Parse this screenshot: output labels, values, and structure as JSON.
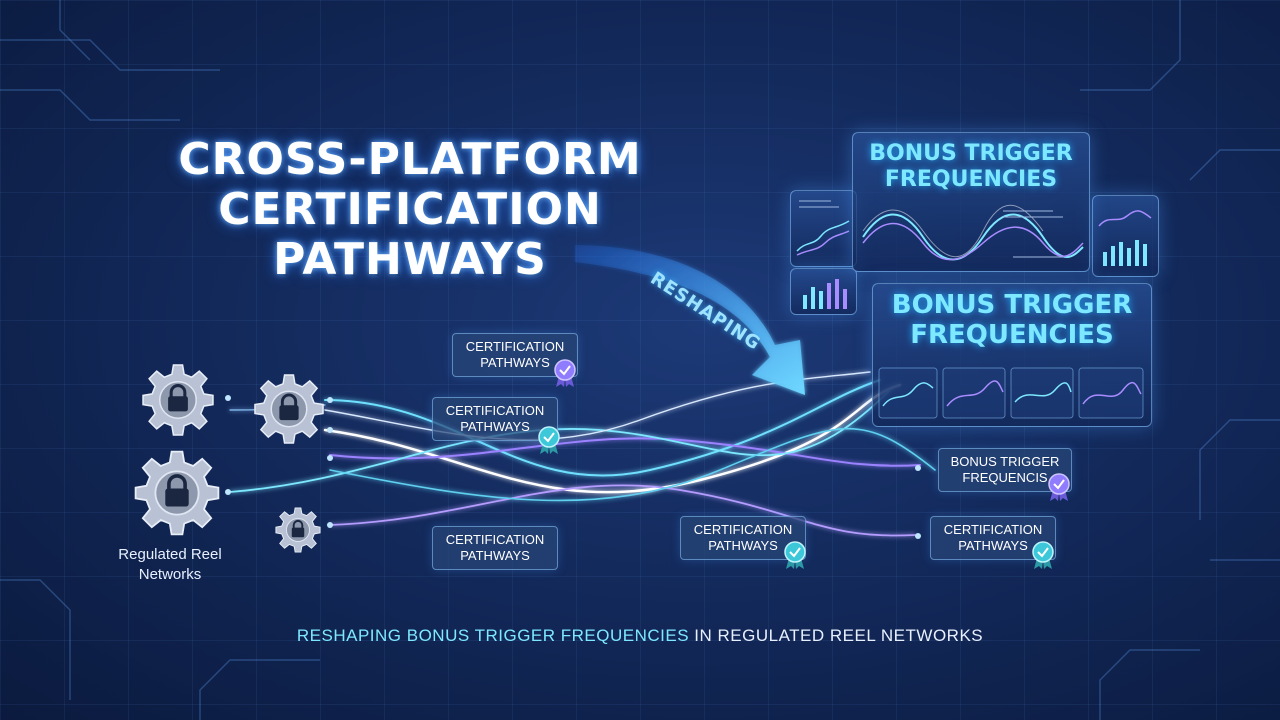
{
  "headline": {
    "line1": "CROSS-PLATFORM",
    "line2": "CERTIFICATION",
    "line3": "PATHWAYS"
  },
  "arrow_label": "RESHAPING",
  "panels": {
    "top_title_line1": "BONUS TRIGGER",
    "top_title_line2": "FREQUENCIES",
    "main_title_line1": "BONUS TRIGGER",
    "main_title_line2": "FREQUENCIES"
  },
  "cert_cards": [
    {
      "line1": "CERTIFICATION",
      "line2": "PATHWAYS"
    },
    {
      "line1": "CERTIFICATION",
      "line2": "PATHWAYS"
    },
    {
      "line1": "CERTIFICATION",
      "line2": "PATHWAYS"
    },
    {
      "line1": "CERTIFICATION",
      "line2": "PATHWAYS"
    },
    {
      "line1": "BONUS TRIGGER",
      "line2": "FREQUENCIS"
    },
    {
      "line1": "CERTIFICATION",
      "line2": "PATHWAYS"
    }
  ],
  "network_label": {
    "line1": "Regulated Reel",
    "line2": "Networks"
  },
  "subtitle": {
    "highlight": "RESHAPING BONUS TRIGGER FREQUENCIES",
    "rest": " IN REGULATED REEL NETWORKS"
  },
  "colors": {
    "accent_cyan": "#7de8ff",
    "accent_purple": "#a98cff",
    "background": "#132a5c"
  },
  "icons": [
    "gear-lock-icon",
    "certified-badge-icon",
    "curved-arrow-icon"
  ]
}
